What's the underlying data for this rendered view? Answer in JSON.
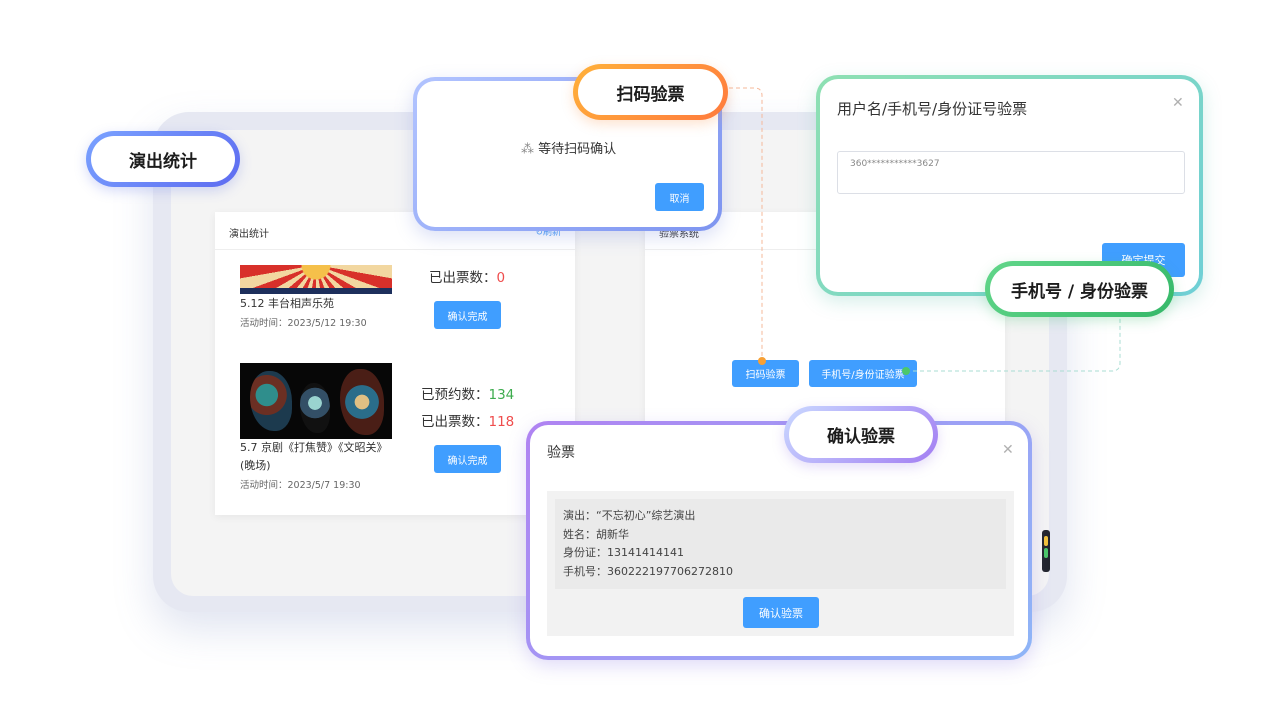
{
  "labels": {
    "perf_stats": "演出统计",
    "scan": "扫码验票",
    "username": "用户名/手机号/身份证号验票",
    "phone_id": "手机号 / 身份验票",
    "confirm": "确认验票"
  },
  "stats_panel": {
    "title": "演出统计",
    "refresh_label": "刷新",
    "events": [
      {
        "name": "5.12 丰台相声乐苑",
        "time": "活动时间：2023/5/12 19:30",
        "stats": [
          {
            "label": "已出票数：",
            "value": "0"
          }
        ],
        "button": "确认完成"
      },
      {
        "name_line1": "5.7 京剧《打焦赞》《文昭关》",
        "name_line2": "(晚场)",
        "time": "活动时间：2023/5/7 19:30",
        "stats": [
          {
            "label": "已预约数：",
            "value": "134"
          },
          {
            "label": "已出票数：",
            "value": "118"
          }
        ],
        "button": "确认完成"
      }
    ]
  },
  "verify_panel": {
    "title": "验票系统",
    "scan_button": "扫码验票",
    "phone_button": "手机号/身份证验票"
  },
  "scan_dialog": {
    "status_icon": "spinner-icon",
    "status": "等待扫码确认",
    "cancel": "取消"
  },
  "username_dialog": {
    "title": "用户名/手机号/身份证号验票",
    "input_value": "360***********3627",
    "submit": "确定提交"
  },
  "confirm_dialog": {
    "title": "验票",
    "lines": [
      "演出：“不忘初心”综艺演出",
      "姓名：胡新华",
      "身份证：13141414141",
      "手机号：360222197706272810"
    ],
    "button": "确认验票"
  },
  "colors": {
    "primary": "#409eff",
    "red": "#ef4d4d",
    "green": "#3dac4e"
  }
}
